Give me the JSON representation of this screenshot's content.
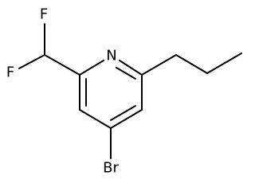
{
  "molecule": {
    "atoms": {
      "nitrogen": "N",
      "fluorine_top": "F",
      "fluorine_left": "F",
      "bromine": "Br"
    }
  },
  "colors": {
    "bond": "#000000",
    "label": "#000000",
    "background": "#ffffff"
  }
}
